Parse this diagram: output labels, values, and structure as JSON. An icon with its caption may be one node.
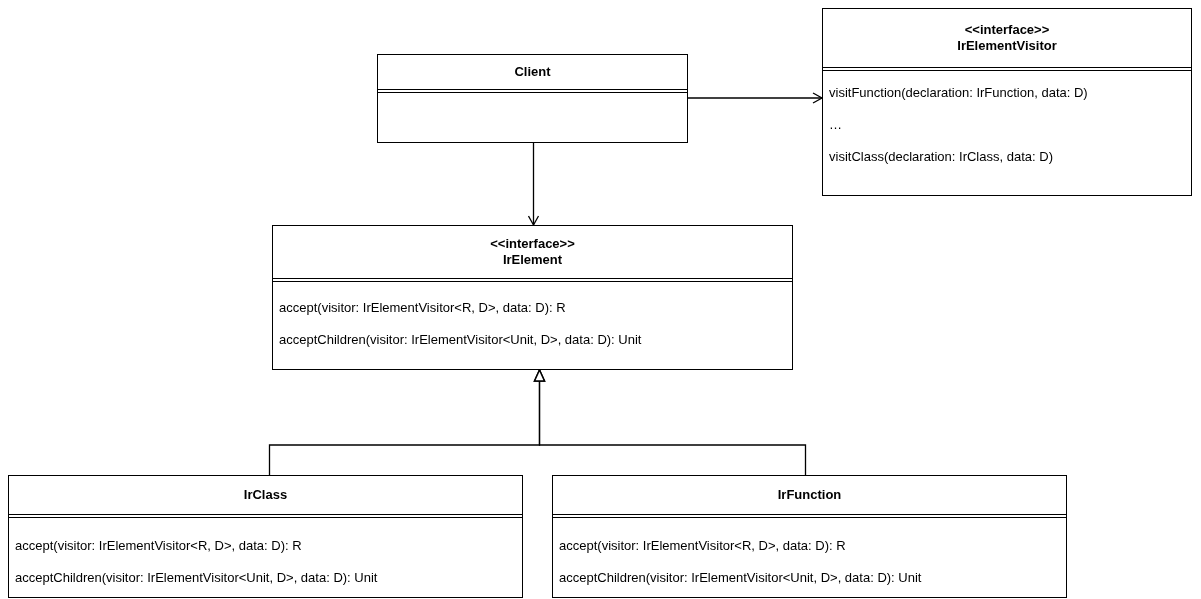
{
  "diagram": {
    "nodes": [
      {
        "text": [
          "Client"
        ]
      },
      {
        "text": [
          "<<interface>> IrElementVisitor",
          "visitFunction(declaration: IrFunction, data: D)",
          "…",
          "visitClass(declaration: IrClass, data: D)"
        ]
      },
      {
        "text": [
          "<<interface>> IrElement",
          "accept(visitor: IrElementVisitor<R, D>, data: D): R",
          "acceptChildren(visitor: IrElementVisitor<Unit, D>, data: D): Unit"
        ]
      },
      {
        "text": [
          "IrClass",
          "accept(visitor: IrElementVisitor<R, D>, data: D): R",
          "acceptChildren(visitor: IrElementVisitor<Unit, D>, data: D): Unit"
        ]
      },
      {
        "text": [
          "IrFunction",
          "accept(visitor: IrElementVisitor<R, D>, data: D): R",
          "acceptChildren(visitor: IrElementVisitor<Unit, D>, data: D): Unit"
        ]
      }
    ],
    "edges": [
      {
        "from": 0,
        "to": 1,
        "arrow": "to"
      },
      {
        "from": 0,
        "to": 2,
        "arrow": "to"
      },
      {
        "from": 3,
        "to": 2,
        "arrow": "to"
      },
      {
        "from": 4,
        "to": 2,
        "arrow": "to"
      }
    ]
  }
}
